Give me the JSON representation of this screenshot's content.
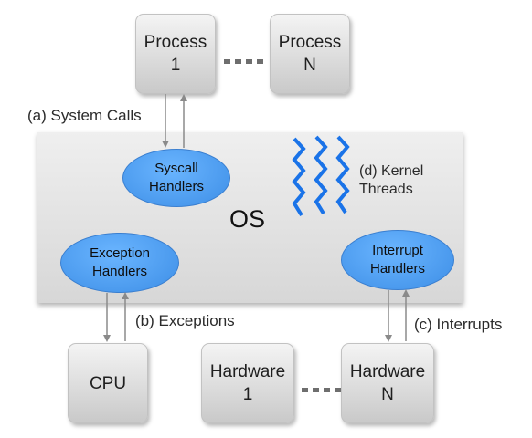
{
  "nodes": {
    "process_1": [
      "Process",
      "1"
    ],
    "process_n": [
      "Process",
      "N"
    ],
    "cpu": [
      "CPU"
    ],
    "hardware_1": [
      "Hardware",
      "1"
    ],
    "hardware_n": [
      "Hardware",
      "N"
    ],
    "os": "OS",
    "syscall_handlers": [
      "Syscall",
      "Handlers"
    ],
    "exception_handlers": [
      "Exception",
      "Handlers"
    ],
    "interrupt_handlers": [
      "Interrupt",
      "Handlers"
    ]
  },
  "labels": {
    "system_calls": "(a) System Calls",
    "exceptions": "(b) Exceptions",
    "interrupts": "(c) Interrupts",
    "kernel_threads": [
      "(d) Kernel",
      "Threads"
    ]
  },
  "colors": {
    "handler_fill": "#4a9cf5",
    "kernel_threads": "#1a73e8",
    "arrow": "#8a8a8a"
  }
}
